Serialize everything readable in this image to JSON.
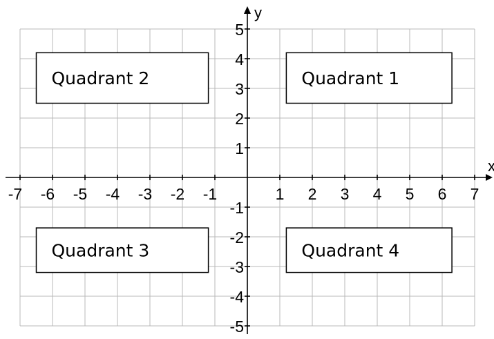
{
  "diagram": {
    "axes": {
      "x_label": "x",
      "y_label": "y",
      "x_range": [
        -7,
        7
      ],
      "y_range": [
        -5,
        5
      ],
      "x_ticks": [
        "-7",
        "-6",
        "-5",
        "-4",
        "-3",
        "-2",
        "-1",
        "1",
        "2",
        "3",
        "4",
        "5",
        "6",
        "7"
      ],
      "y_ticks": [
        "5",
        "4",
        "3",
        "2",
        "1",
        "-1",
        "-2",
        "-3",
        "-4",
        "-5"
      ]
    },
    "quadrants": [
      {
        "label": "Quadrant 2",
        "x_from": -6.5,
        "x_to": -1.2,
        "y_from": 2.5,
        "y_to": 4.2
      },
      {
        "label": "Quadrant 1",
        "x_from": 1.2,
        "x_to": 6.3,
        "y_from": 2.5,
        "y_to": 4.2
      },
      {
        "label": "Quadrant 3",
        "x_from": -6.5,
        "x_to": -1.2,
        "y_from": -3.2,
        "y_to": -1.7
      },
      {
        "label": "Quadrant 4",
        "x_from": 1.2,
        "x_to": 6.3,
        "y_from": -3.2,
        "y_to": -1.7
      }
    ],
    "colors": {
      "grid": "#b8b8b8",
      "axis": "#000000",
      "box_fill": "#ffffff"
    }
  }
}
